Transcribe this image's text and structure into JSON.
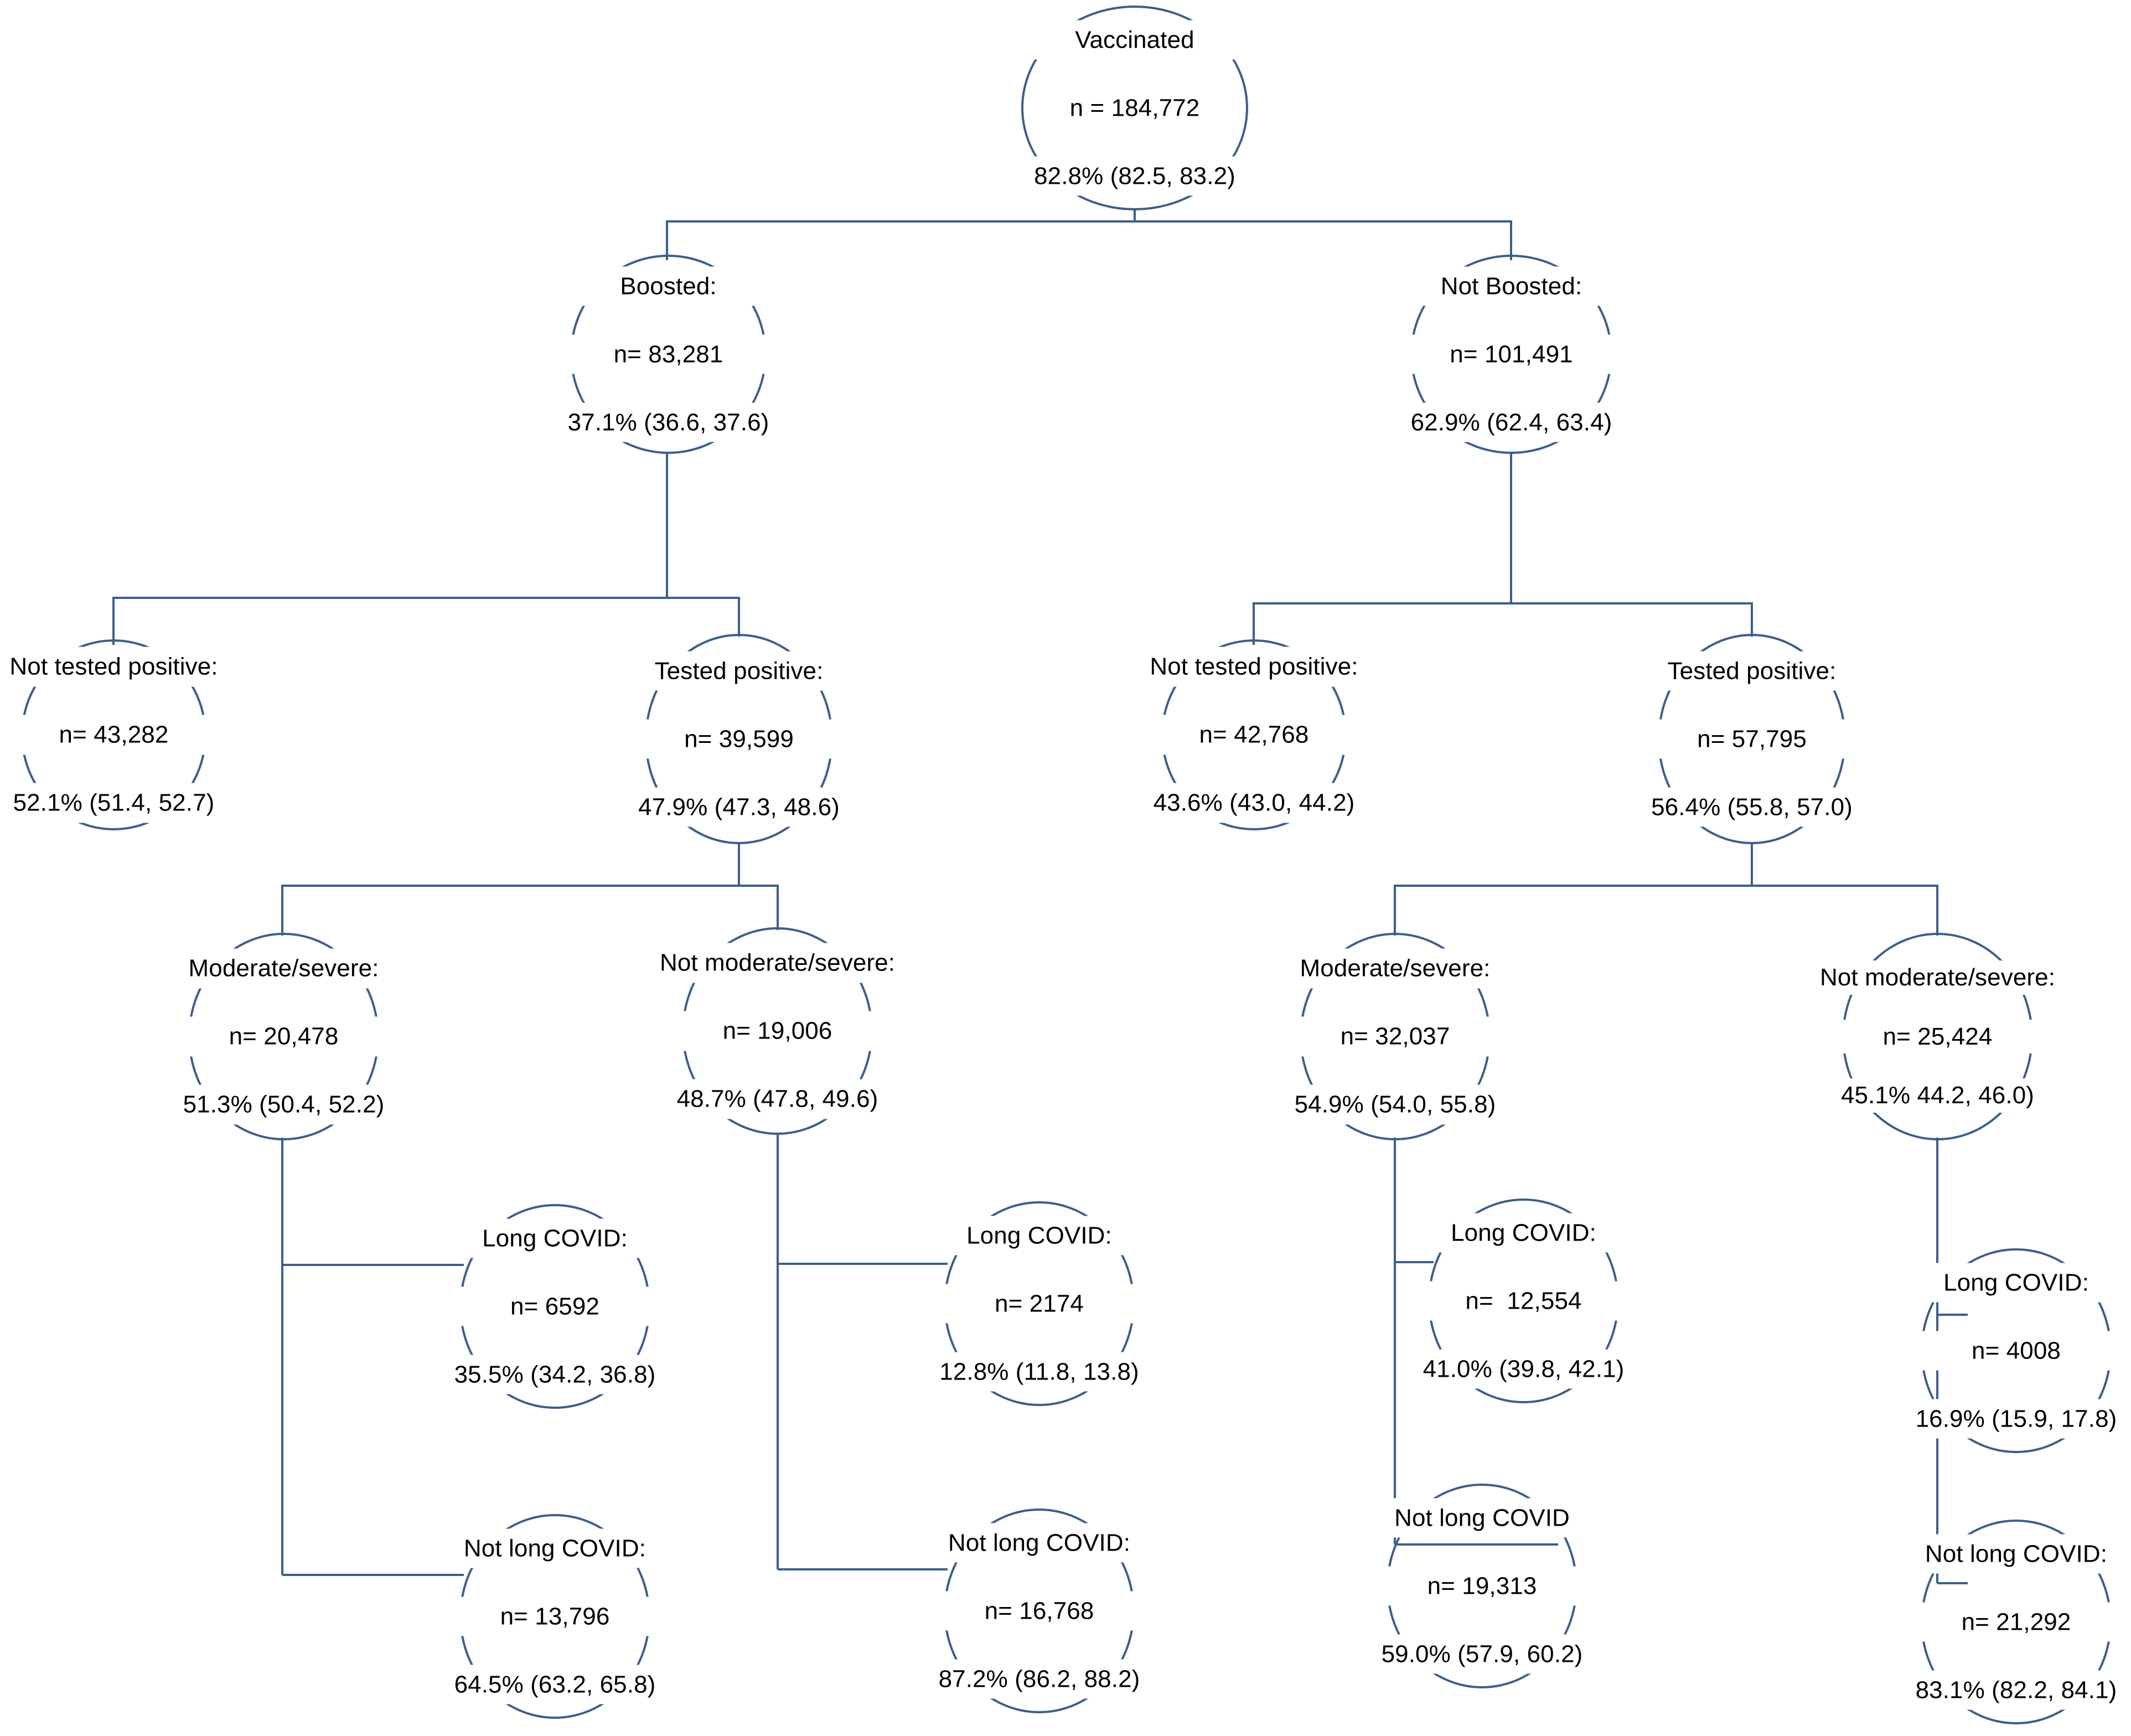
{
  "diagram": {
    "title": "Vaccination and long COVID cohort flow diagram",
    "stroke_color": "#3C5E8C",
    "text_color": "#000000",
    "background": "#ffffff",
    "shape": "ellipse"
  },
  "nodes": [
    {
      "id": "vaccinated",
      "label": "Vaccinated",
      "n": "n = 184,772",
      "pct": "82.8% (82.5, 83.2)",
      "level": 0
    },
    {
      "id": "boosted",
      "label": "Boosted:",
      "n": "n= 83,281",
      "pct": "37.1% (36.6, 37.6)",
      "level": 1
    },
    {
      "id": "not-boosted",
      "label": "Not Boosted:",
      "n": "n= 101,491",
      "pct": "62.9% (62.4, 63.4)",
      "level": 1
    },
    {
      "id": "boosted-not-tested-positive",
      "label": "Not tested positive:",
      "n": "n= 43,282",
      "pct": "52.1% (51.4, 52.7)",
      "level": 2
    },
    {
      "id": "boosted-tested-positive",
      "label": "Tested positive:",
      "n": "n= 39,599",
      "pct": "47.9% (47.3, 48.6)",
      "level": 2
    },
    {
      "id": "notboosted-not-tested-positive",
      "label": "Not tested positive:",
      "n": "n= 42,768",
      "pct": "43.6% (43.0, 44.2)",
      "level": 2
    },
    {
      "id": "notboosted-tested-positive",
      "label": "Tested positive:",
      "n": "n= 57,795",
      "pct": "56.4% (55.8, 57.0)",
      "level": 2
    },
    {
      "id": "boosted-moderate-severe",
      "label": "Moderate/severe:",
      "n": "n= 20,478",
      "pct": "51.3% (50.4, 52.2)",
      "level": 3
    },
    {
      "id": "boosted-not-moderate-severe",
      "label": "Not moderate/severe:",
      "n": "n= 19,006",
      "pct": "48.7% (47.8, 49.6)",
      "level": 3
    },
    {
      "id": "notboosted-moderate-severe",
      "label": "Moderate/severe:",
      "n": "n= 32,037",
      "pct": "54.9% (54.0, 55.8)",
      "level": 3
    },
    {
      "id": "notboosted-not-moderate-severe",
      "label": "Not moderate/severe:",
      "n": "n= 25,424",
      "pct": "45.1% 44.2, 46.0)",
      "level": 3
    },
    {
      "id": "bms-long-covid",
      "label": "Long COVID:",
      "n": "n= 6592",
      "pct": "35.5% (34.2, 36.8)",
      "level": 4
    },
    {
      "id": "bms-not-long-covid",
      "label": "Not long COVID:",
      "n": "n= 13,796",
      "pct": "64.5% (63.2, 65.8)",
      "level": 4
    },
    {
      "id": "bnms-long-covid",
      "label": "Long COVID:",
      "n": "n= 2174",
      "pct": "12.8% (11.8, 13.8)",
      "level": 4
    },
    {
      "id": "bnms-not-long-covid",
      "label": "Not long COVID:",
      "n": "n= 16,768",
      "pct": "87.2% (86.2, 88.2)",
      "level": 4
    },
    {
      "id": "nbms-long-covid",
      "label": "Long COVID:",
      "n": "n=  12,554",
      "pct": "41.0% (39.8, 42.1)",
      "level": 4
    },
    {
      "id": "nbms-not-long-covid",
      "label": "Not long COVID",
      "n": "n= 19,313",
      "pct": "59.0% (57.9, 60.2)",
      "level": 4
    },
    {
      "id": "nbnms-long-covid",
      "label": "Long COVID:",
      "n": "n= 4008",
      "pct": "16.9% (15.9, 17.8)",
      "level": 4
    },
    {
      "id": "nbnms-not-long-covid",
      "label": "Not long COVID:",
      "n": "n= 21,292",
      "pct": "83.1% (82.2, 84.1)",
      "level": 4
    }
  ],
  "chart_data": {
    "type": "tree",
    "title": "Vaccination and long COVID cohort flow diagram",
    "root": "Vaccinated",
    "edges": [
      [
        "vaccinated",
        "boosted"
      ],
      [
        "vaccinated",
        "not-boosted"
      ],
      [
        "boosted",
        "boosted-not-tested-positive"
      ],
      [
        "boosted",
        "boosted-tested-positive"
      ],
      [
        "not-boosted",
        "notboosted-not-tested-positive"
      ],
      [
        "not-boosted",
        "notboosted-tested-positive"
      ],
      [
        "boosted-tested-positive",
        "boosted-moderate-severe"
      ],
      [
        "boosted-tested-positive",
        "boosted-not-moderate-severe"
      ],
      [
        "notboosted-tested-positive",
        "notboosted-moderate-severe"
      ],
      [
        "notboosted-tested-positive",
        "notboosted-not-moderate-severe"
      ],
      [
        "boosted-moderate-severe",
        "bms-long-covid"
      ],
      [
        "boosted-moderate-severe",
        "bms-not-long-covid"
      ],
      [
        "boosted-not-moderate-severe",
        "bnms-long-covid"
      ],
      [
        "boosted-not-moderate-severe",
        "bnms-not-long-covid"
      ],
      [
        "notboosted-moderate-severe",
        "nbms-long-covid"
      ],
      [
        "notboosted-moderate-severe",
        "nbms-not-long-covid"
      ],
      [
        "notboosted-not-moderate-severe",
        "nbnms-long-covid"
      ],
      [
        "notboosted-not-moderate-severe",
        "nbnms-not-long-covid"
      ]
    ],
    "values": {
      "vaccinated": 184772,
      "boosted": 83281,
      "not-boosted": 101491,
      "boosted-not-tested-positive": 43282,
      "boosted-tested-positive": 39599,
      "notboosted-not-tested-positive": 42768,
      "notboosted-tested-positive": 57795,
      "boosted-moderate-severe": 20478,
      "boosted-not-moderate-severe": 19006,
      "notboosted-moderate-severe": 32037,
      "notboosted-not-moderate-severe": 25424,
      "bms-long-covid": 6592,
      "bms-not-long-covid": 13796,
      "bnms-long-covid": 2174,
      "bnms-not-long-covid": 16768,
      "nbms-long-covid": 12554,
      "nbms-not-long-covid": 19313,
      "nbnms-long-covid": 4008,
      "nbnms-not-long-covid": 21292
    },
    "percentages": {
      "vaccinated": 82.8,
      "boosted": 37.1,
      "not-boosted": 62.9,
      "boosted-not-tested-positive": 52.1,
      "boosted-tested-positive": 47.9,
      "notboosted-not-tested-positive": 43.6,
      "notboosted-tested-positive": 56.4,
      "boosted-moderate-severe": 51.3,
      "boosted-not-moderate-severe": 48.7,
      "notboosted-moderate-severe": 54.9,
      "notboosted-not-moderate-severe": 45.1,
      "bms-long-covid": 35.5,
      "bms-not-long-covid": 64.5,
      "bnms-long-covid": 12.8,
      "bnms-not-long-covid": 87.2,
      "nbms-long-covid": 41.0,
      "nbms-not-long-covid": 59.0,
      "nbnms-long-covid": 16.9,
      "nbnms-not-long-covid": 83.1
    },
    "confidence_intervals": {
      "vaccinated": [
        82.5,
        83.2
      ],
      "boosted": [
        36.6,
        37.6
      ],
      "not-boosted": [
        62.4,
        63.4
      ],
      "boosted-not-tested-positive": [
        51.4,
        52.7
      ],
      "boosted-tested-positive": [
        47.3,
        48.6
      ],
      "notboosted-not-tested-positive": [
        43.0,
        44.2
      ],
      "notboosted-tested-positive": [
        55.8,
        57.0
      ],
      "boosted-moderate-severe": [
        50.4,
        52.2
      ],
      "boosted-not-moderate-severe": [
        47.8,
        49.6
      ],
      "notboosted-moderate-severe": [
        54.0,
        55.8
      ],
      "notboosted-not-moderate-severe": [
        44.2,
        46.0
      ],
      "bms-long-covid": [
        34.2,
        36.8
      ],
      "bms-not-long-covid": [
        63.2,
        65.8
      ],
      "bnms-long-covid": [
        11.8,
        13.8
      ],
      "bnms-not-long-covid": [
        86.2,
        88.2
      ],
      "nbms-long-covid": [
        39.8,
        42.1
      ],
      "nbms-not-long-covid": [
        57.9,
        60.2
      ],
      "nbnms-long-covid": [
        15.9,
        17.8
      ],
      "nbnms-not-long-covid": [
        82.2,
        84.1
      ]
    }
  }
}
